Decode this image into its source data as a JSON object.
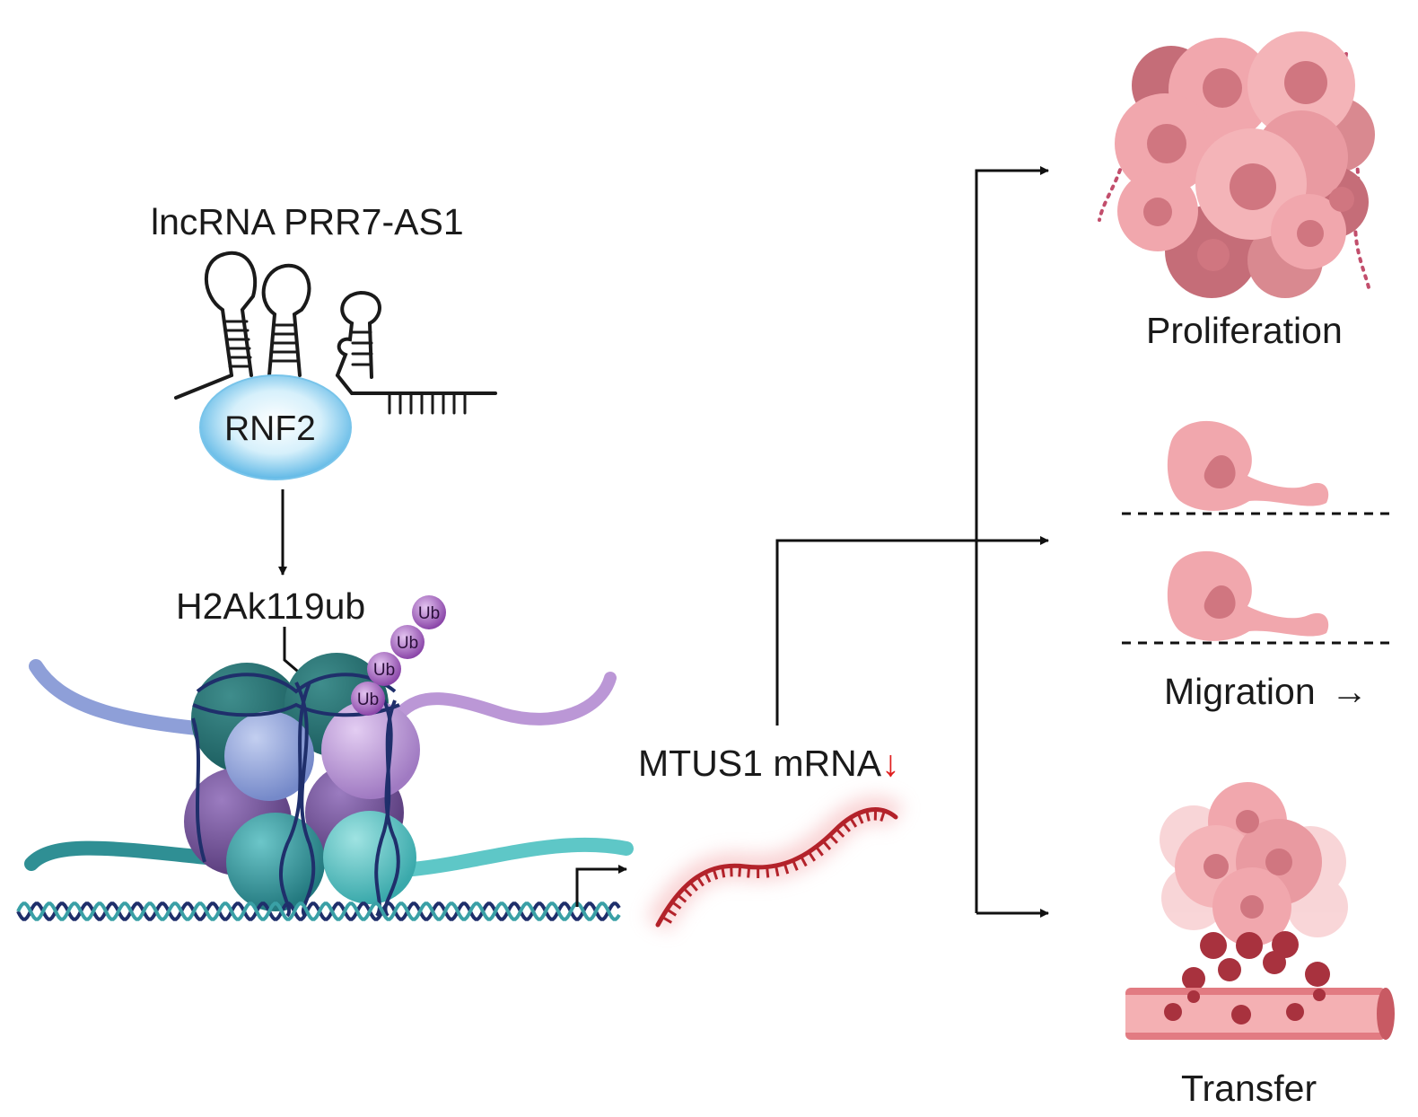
{
  "labels": {
    "lncrna": "lncRNA PRR7-AS1",
    "rnf2": "RNF2",
    "h2a": "H2Ak119ub",
    "ub": "Ub",
    "mtus1": "MTUS1 mRNA",
    "down_arrow": "↓",
    "proliferation": "Proliferation",
    "migration": "Migration",
    "migration_arrow": "→",
    "transfer": "Transfer"
  },
  "colors": {
    "arrow": "#111111",
    "rna_strand": "#1a1a1a",
    "rnf2_fill": "#bfe4f7",
    "ub_fill": "#9c5bb5",
    "mrna": "#b3222a",
    "down_arrow": "#e02020",
    "cell": "#f1a7ad",
    "cell_dark": "#c56d78",
    "vessel": "#d96a72",
    "dna_dark": "#1f2f6b",
    "histone_teal": "#2f8f94",
    "histone_blue": "#8ea2d8",
    "histone_purple": "#b58fd0",
    "histone_violet": "#6e4f93"
  }
}
